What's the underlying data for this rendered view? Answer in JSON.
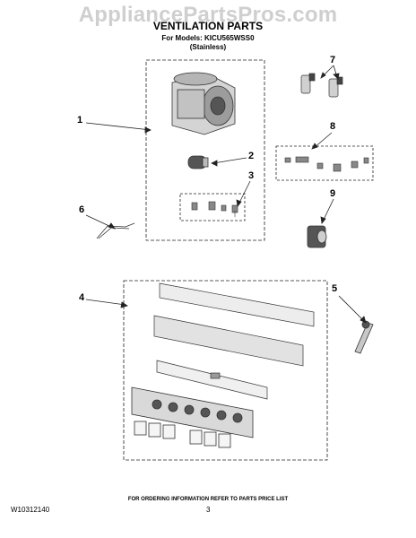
{
  "watermark": "AppliancePartsPros.com",
  "header": {
    "title": "VENTILATION PARTS",
    "models_line": "For Models: KICU565WSS0",
    "finish_line": "(Stainless)"
  },
  "callouts": [
    "1",
    "2",
    "3",
    "4",
    "5",
    "6",
    "7",
    "8",
    "9"
  ],
  "footer": {
    "note": "FOR ORDERING INFORMATION REFER TO PARTS PRICE LIST",
    "doc_id": "W10312140",
    "page": "3"
  }
}
